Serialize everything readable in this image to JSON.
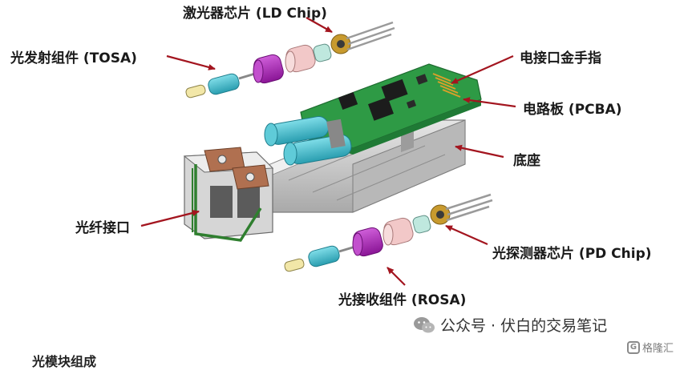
{
  "labels": {
    "ld_chip": "激光器芯片 (LD Chip)",
    "tosa": "光发射组件 (TOSA)",
    "finger": "电接口金手指",
    "pcba": "电路板 (PCBA)",
    "base": "底座",
    "fiber_port": "光纤接口",
    "pd_chip": "光探测器芯片 (PD Chip)",
    "rosa": "光接收组件 (ROSA)"
  },
  "watermark": {
    "text": "公众号 · 伏白的交易笔记"
  },
  "corner_logo": {
    "glyph": "G",
    "text": "格隆汇"
  },
  "footer": {
    "caption": "光模块组成"
  },
  "colors": {
    "arrow": "#a3151f",
    "pcb": "#2e9a45",
    "cyan": "#40bccc",
    "magenta": "#a51fb0",
    "shell": "#cfcfcf",
    "gold": "#d9a02a"
  }
}
